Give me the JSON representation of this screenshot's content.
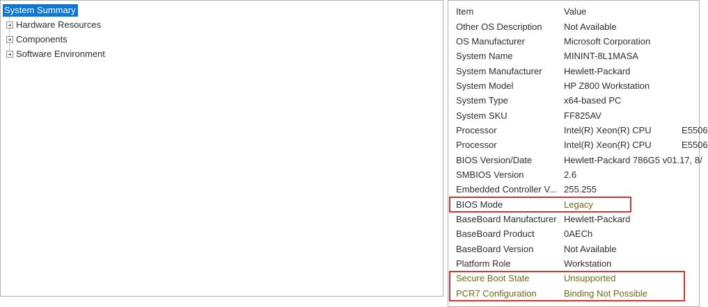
{
  "tree": {
    "items": [
      {
        "label": "System Summary",
        "selected": true,
        "expandable": false
      },
      {
        "label": "Hardware Resources",
        "selected": false,
        "expandable": true
      },
      {
        "label": "Components",
        "selected": false,
        "expandable": true
      },
      {
        "label": "Software Environment",
        "selected": false,
        "expandable": true
      }
    ]
  },
  "list": {
    "columns": [
      "Item",
      "Value"
    ],
    "rows": [
      {
        "item": "Other OS Description",
        "value": "Not Available",
        "item_hl": false,
        "value_hl": false
      },
      {
        "item": "OS Manufacturer",
        "value": "Microsoft Corporation",
        "item_hl": false,
        "value_hl": false
      },
      {
        "item": "System Name",
        "value": "MININT-8L1MASA",
        "item_hl": false,
        "value_hl": false
      },
      {
        "item": "System Manufacturer",
        "value": "Hewlett-Packard",
        "item_hl": false,
        "value_hl": false
      },
      {
        "item": "System Model",
        "value": "HP Z800 Workstation",
        "item_hl": false,
        "value_hl": false
      },
      {
        "item": "System Type",
        "value": "x64-based PC",
        "item_hl": false,
        "value_hl": false
      },
      {
        "item": "System SKU",
        "value": "FF825AV",
        "item_hl": false,
        "value_hl": false
      },
      {
        "item": "Processor",
        "value": "Intel(R) Xeon(R) CPU            E5506",
        "item_hl": false,
        "value_hl": false
      },
      {
        "item": "Processor",
        "value": "Intel(R) Xeon(R) CPU            E5506",
        "item_hl": false,
        "value_hl": false
      },
      {
        "item": "BIOS Version/Date",
        "value": "Hewlett-Packard 786G5 v01.17, 8/",
        "item_hl": false,
        "value_hl": false
      },
      {
        "item": "SMBIOS Version",
        "value": "2.6",
        "item_hl": false,
        "value_hl": false
      },
      {
        "item": "Embedded Controller V...",
        "value": "255.255",
        "item_hl": false,
        "value_hl": false
      },
      {
        "item": "BIOS Mode",
        "value": "Legacy",
        "item_hl": false,
        "value_hl": true
      },
      {
        "item": "BaseBoard Manufacturer",
        "value": "Hewlett-Packard",
        "item_hl": false,
        "value_hl": false
      },
      {
        "item": "BaseBoard Product",
        "value": "0AECh",
        "item_hl": false,
        "value_hl": false
      },
      {
        "item": "BaseBoard Version",
        "value": "Not Available",
        "item_hl": false,
        "value_hl": false
      },
      {
        "item": "Platform Role",
        "value": "Workstation",
        "item_hl": false,
        "value_hl": false
      },
      {
        "item": "Secure Boot State",
        "value": "Unsupported",
        "item_hl": true,
        "value_hl": true
      },
      {
        "item": "PCR7 Configuration",
        "value": "Binding Not Possible",
        "item_hl": true,
        "value_hl": true
      }
    ]
  },
  "annotations": [
    {
      "name": "bios-mode-annotation-box",
      "surrounds": "BIOS Mode row"
    },
    {
      "name": "secure-boot-annotation-box",
      "surrounds": "Secure Boot State and PCR7 Configuration rows"
    }
  ],
  "colors": {
    "selection_blue": "#0f76d3",
    "annotation_red": "#cd3732",
    "highlight_text_olive": "#6e6a14",
    "panel_border": "#b3b3ab"
  }
}
